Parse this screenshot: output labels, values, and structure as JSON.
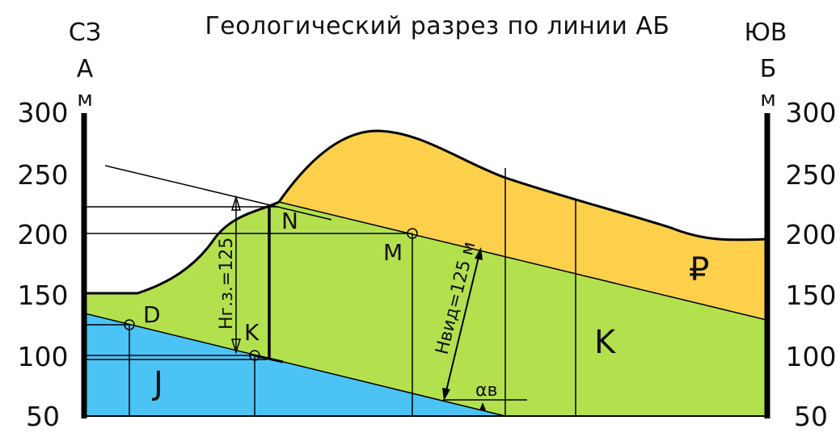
{
  "title": "Геологический разрез по линии АБ",
  "left_end": {
    "direction": "СЗ",
    "letter": "А",
    "unit": "м"
  },
  "right_end": {
    "direction": "ЮВ",
    "letter": "Б",
    "unit": "м"
  },
  "elevation_ticks_left": [
    "300",
    "250",
    "200",
    "150",
    "100",
    "50"
  ],
  "elevation_ticks_right": [
    "300",
    "250",
    "200",
    "150",
    "100",
    "50"
  ],
  "points": {
    "n": "N",
    "m": "M",
    "d": "D",
    "k": "K"
  },
  "strata_labels": {
    "paleogene": "₽",
    "cretaceous": "K",
    "jurassic": "J"
  },
  "dimensions": {
    "true_thickness": "Hвид=125 м",
    "vertical_thickness": "Hг.з.=125",
    "dip_angle": "αв"
  },
  "colors": {
    "paleogene": "#fcd04a",
    "cretaceous": "#b3e14e",
    "jurassic": "#4bc3f5",
    "lines": "#000000"
  }
}
